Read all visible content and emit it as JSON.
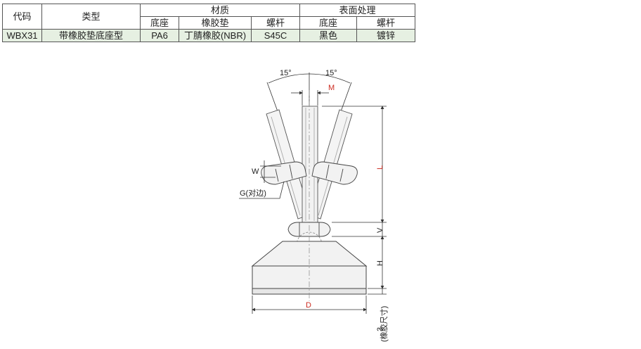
{
  "table": {
    "headers": {
      "code": "代码",
      "type": "类型",
      "material": "材质",
      "surface": "表面处理",
      "sub": [
        "底座",
        "橡胶垫",
        "螺杆",
        "底座",
        "螺杆"
      ]
    },
    "row": {
      "code": "WBX31",
      "type": "带橡胶垫底座型",
      "base_material": "PA6",
      "pad_material": "丁腈橡胶(NBR)",
      "bolt_material": "S45C",
      "base_finish": "黑色",
      "bolt_finish": "镀锌"
    }
  },
  "diagram": {
    "angle_left": "15°",
    "angle_right": "15°",
    "dim_M": "M",
    "dim_L": "L",
    "dim_W": "W",
    "dim_G": "G(对边)",
    "dim_V": "V",
    "dim_H": "H",
    "dim_D": "D",
    "dim_3": "3",
    "dim_3_note": "(橡胶尺寸)",
    "colors": {
      "dimension_red": "#cc2a1f",
      "line": "#333333",
      "fill": "#f2f2f2"
    }
  }
}
